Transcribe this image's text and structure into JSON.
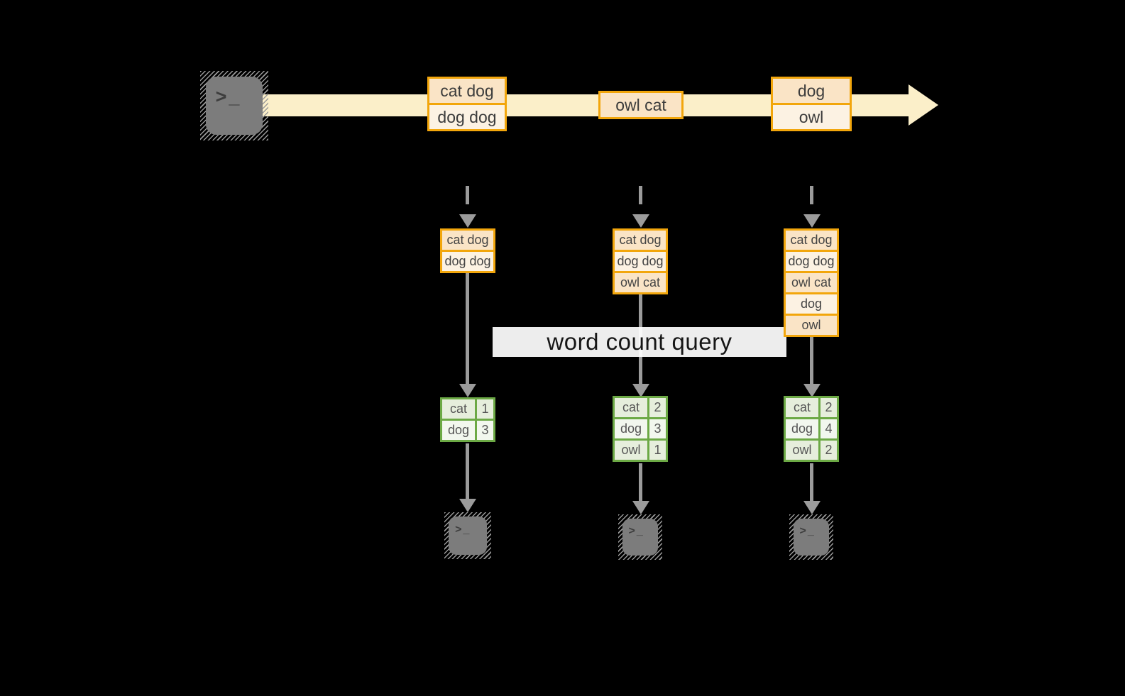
{
  "banner": {
    "label": "word count query"
  },
  "icons": {
    "terminal_glyph": ">_"
  },
  "stream": {
    "events": [
      {
        "lines": [
          "cat dog",
          "dog dog"
        ]
      },
      {
        "lines": [
          "owl cat"
        ]
      },
      {
        "lines": [
          "dog",
          "owl"
        ]
      }
    ]
  },
  "windows": [
    {
      "rows": [
        "cat dog",
        "dog dog"
      ]
    },
    {
      "rows": [
        "cat dog",
        "dog dog",
        "owl cat"
      ]
    },
    {
      "rows": [
        "cat dog",
        "dog dog",
        "owl cat",
        "dog",
        "owl"
      ]
    }
  ],
  "results": [
    {
      "rows": [
        {
          "word": "cat",
          "count": "1"
        },
        {
          "word": "dog",
          "count": "3"
        }
      ]
    },
    {
      "rows": [
        {
          "word": "cat",
          "count": "2"
        },
        {
          "word": "dog",
          "count": "3"
        },
        {
          "word": "owl",
          "count": "1"
        }
      ]
    },
    {
      "rows": [
        {
          "word": "cat",
          "count": "2"
        },
        {
          "word": "dog",
          "count": "4"
        },
        {
          "word": "owl",
          "count": "2"
        }
      ]
    }
  ],
  "colors": {
    "accent_orange": "#F2A60C",
    "peach_dark": "#FAE4C6",
    "peach_light": "#FCF2E3",
    "band_cream": "#FBEFC9",
    "green_border": "#6CA945",
    "green_cell_dark": "#E6EEDC",
    "green_cell_light": "#F2F7EE",
    "arrow_gray": "#9B9B9B",
    "terminal_gray": "#7C7C7C"
  }
}
